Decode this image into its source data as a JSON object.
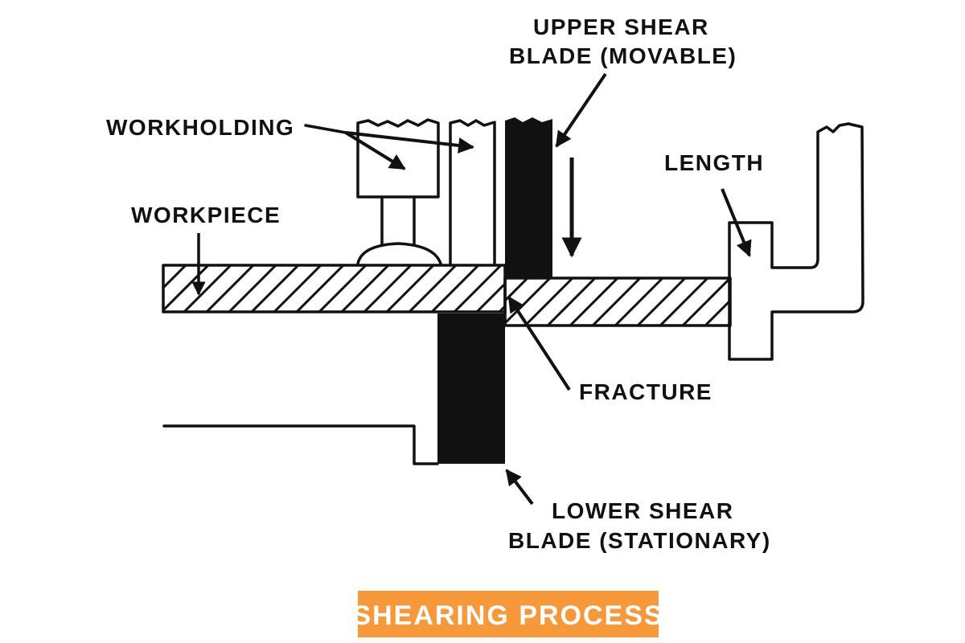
{
  "title": "SHEARING PROCESS",
  "colors": {
    "banner": "#F7983A",
    "banner_text": "#FFFFFF",
    "ink": "#111111",
    "background": "#FFFFFF"
  },
  "labels": {
    "workholding": "WORKHOLDING",
    "workpiece": "WORKPIECE",
    "upper_blade_line1": "UPPER SHEAR",
    "upper_blade_line2": "BLADE (MOVABLE)",
    "length": "LENGTH",
    "fracture": "FRACTURE",
    "lower_blade_line1": "LOWER SHEAR",
    "lower_blade_line2": "BLADE (STATIONARY)"
  },
  "components": [
    "workholding-clamp",
    "workholding-guide",
    "upper-shear-blade",
    "lower-shear-blade",
    "workpiece",
    "cut-off-piece",
    "length-stop",
    "table"
  ],
  "motion": {
    "upper_blade_direction": "down"
  }
}
